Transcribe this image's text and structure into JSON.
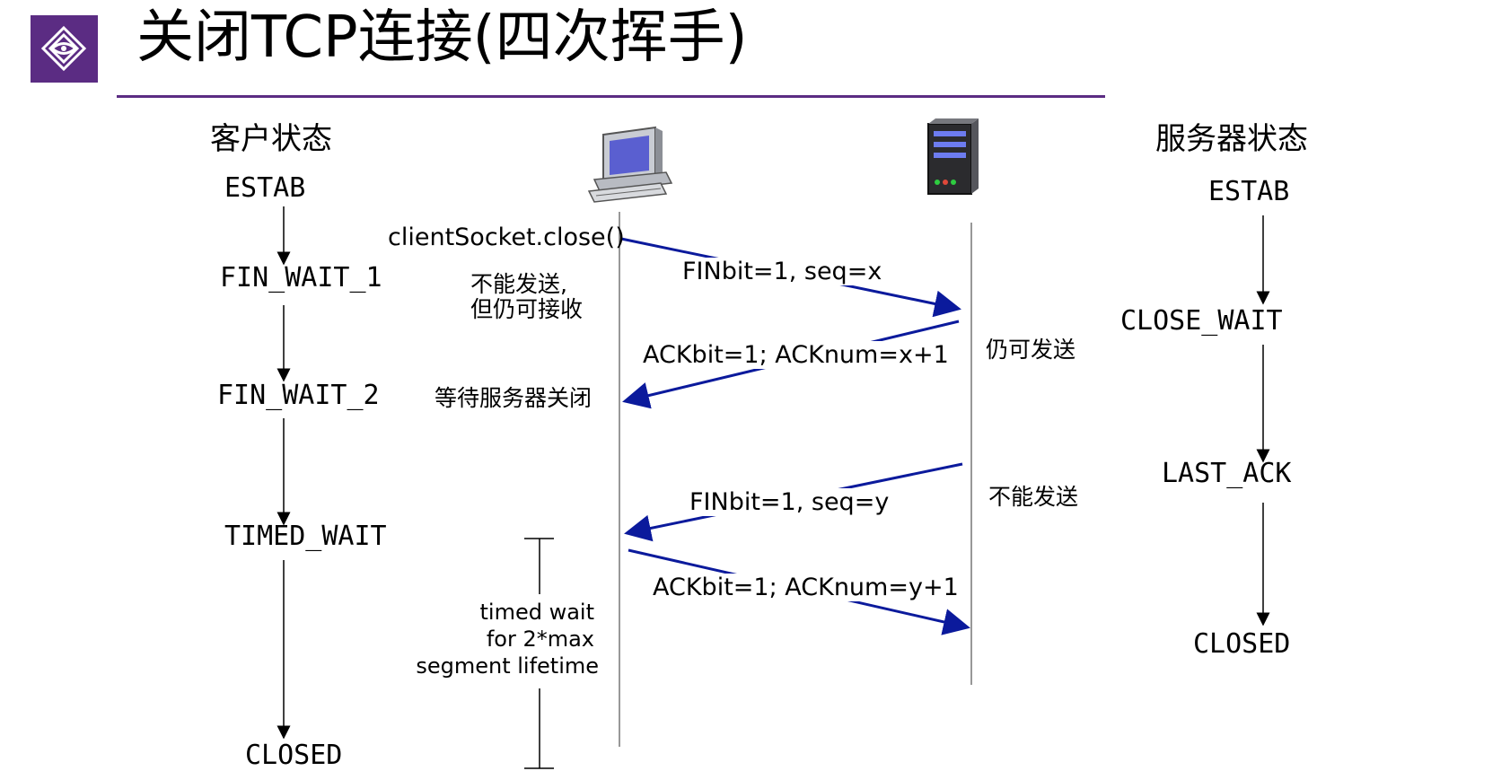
{
  "title": "关闭TCP连接(四次挥手)",
  "client_header": "客户状态",
  "server_header": "服务器状态",
  "client_states": [
    "ESTAB",
    "FIN_WAIT_1",
    "FIN_WAIT_2",
    "TIMED_WAIT",
    "CLOSED"
  ],
  "server_states": [
    "ESTAB",
    "CLOSE_WAIT",
    "LAST_ACK",
    "CLOSED"
  ],
  "close_call": "clientSocket.close()",
  "messages": {
    "fin1": "FINbit=1, seq=x",
    "ack1": "ACKbit=1; ACKnum=x+1",
    "fin2": "FINbit=1, seq=y",
    "ack2": "ACKbit=1; ACKnum=y+1"
  },
  "notes": {
    "client_cannot_send_1": "不能发送,",
    "client_cannot_send_2": "但仍可接收",
    "client_wait_server": "等待服务器关闭",
    "server_still_send": "仍可发送",
    "server_cannot_send": "不能发送",
    "timed_wait_1": "timed wait",
    "timed_wait_2": "for 2*max",
    "timed_wait_3": "segment lifetime"
  },
  "colors": {
    "accent": "#5b2c83",
    "arrow": "#0b1a9c"
  }
}
